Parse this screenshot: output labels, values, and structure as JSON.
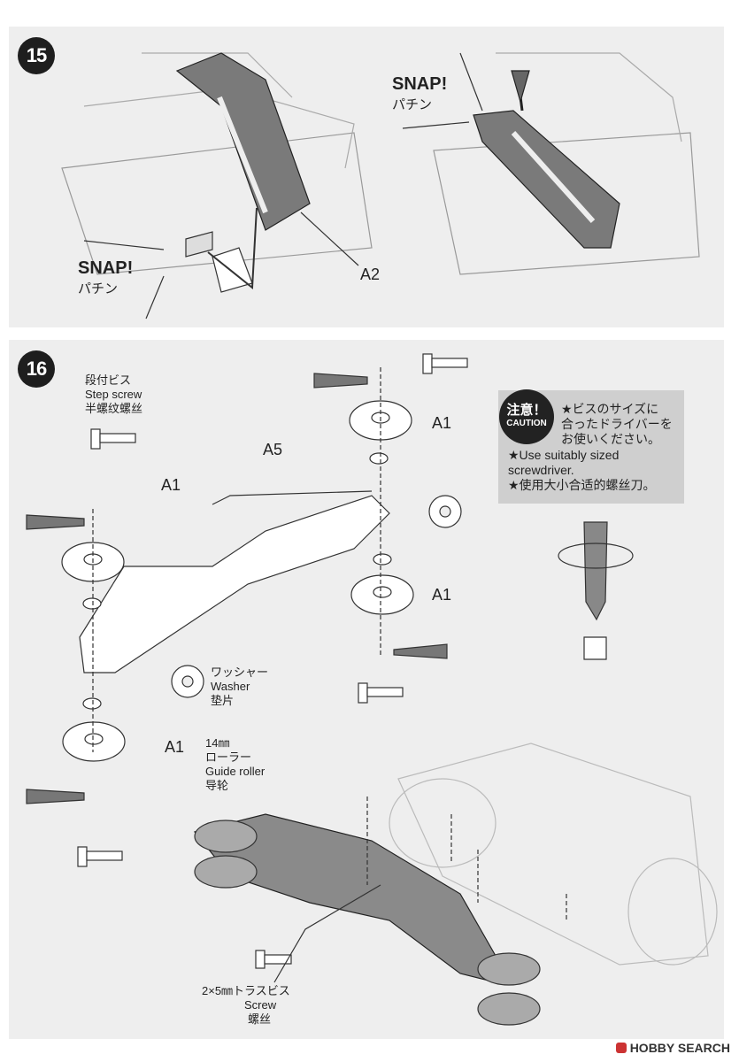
{
  "step15": {
    "number": "15",
    "snap_left": "SNAP!",
    "snap_left_jp": "パチン",
    "snap_right": "SNAP!",
    "snap_right_jp": "パチン",
    "part": "A2"
  },
  "step16": {
    "number": "16",
    "step_screw": [
      "段付ビス",
      "Step screw",
      "半螺纹螺丝"
    ],
    "part_a1": "A1",
    "part_a5": "A5",
    "washer": [
      "ワッシャー",
      "Washer",
      "垫片"
    ],
    "guide_roller": [
      "14㎜",
      "ローラー",
      "Guide roller",
      "导轮"
    ],
    "screw": [
      "2×5㎜トラスビス",
      "Screw",
      "螺丝"
    ],
    "caution": {
      "badge_top": "注意！",
      "badge_bottom": "CAUTION",
      "lines": [
        "★ビスのサイズに",
        "合ったドライバーを",
        "お使いください。",
        "★Use suitably sized",
        "screwdriver.",
        "★使用大小合适的螺丝刀。"
      ]
    }
  },
  "watermark": "HOBBY SEARCH"
}
